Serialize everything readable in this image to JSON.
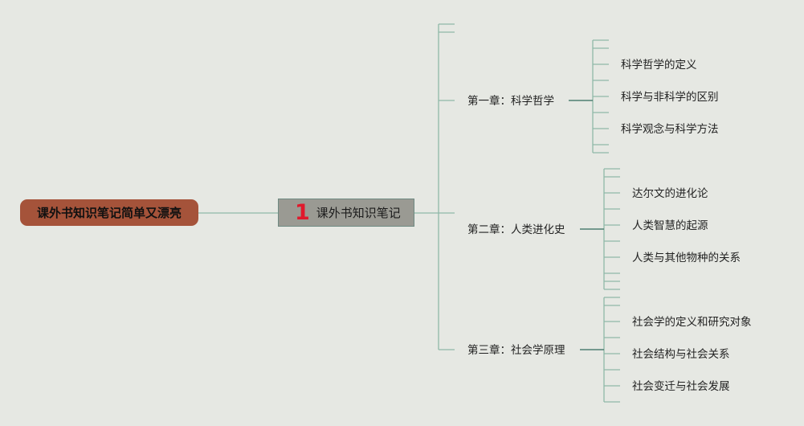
{
  "root": {
    "label": "课外书知识笔记简单又漂亮"
  },
  "center": {
    "number": "1",
    "label": "课外书知识笔记"
  },
  "chapters": [
    {
      "label": "第一章：科学哲学",
      "items": [
        "科学哲学的定义",
        "科学与非科学的区别",
        "科学观念与科学方法"
      ]
    },
    {
      "label": "第二章：人类进化史",
      "items": [
        "达尔文的进化论",
        "人类智慧的起源",
        "人类与其他物种的关系"
      ]
    },
    {
      "label": "第三章：社会学原理",
      "items": [
        "社会学的定义和研究对象",
        "社会结构与社会关系",
        "社会变迁与社会发展"
      ]
    }
  ],
  "colors": {
    "background": "#e6e8e3",
    "line": "#8fb8a8",
    "root": "#a5533a",
    "center": "#9a9a93",
    "number": "#e0192c"
  }
}
